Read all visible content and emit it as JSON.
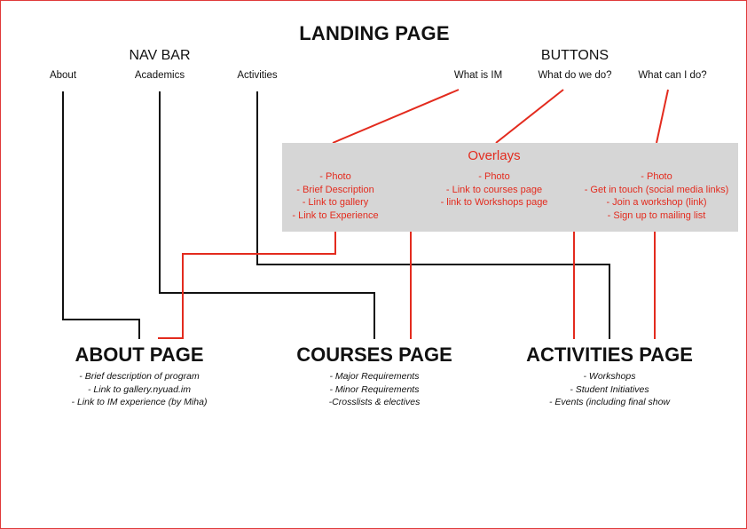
{
  "title": "LANDING PAGE",
  "nav_bar": {
    "label": "NAV BAR",
    "items": [
      "About",
      "Academics",
      "Activities"
    ]
  },
  "buttons": {
    "label": "BUTTONS",
    "items": [
      "What is IM",
      "What do we do?",
      "What can I do?"
    ]
  },
  "overlays": {
    "title": "Overlays",
    "columns": [
      [
        "- Photo",
        "- Brief Description",
        "- Link to gallery",
        "- Link to Experience"
      ],
      [
        "- Photo",
        "- Link to courses page",
        "- link to Workshops page"
      ],
      [
        "- Photo",
        "- Get in touch (social media links)",
        "- Join a workshop (link)",
        "- Sign up to mailing list"
      ]
    ]
  },
  "pages": [
    {
      "title": "ABOUT PAGE",
      "items": [
        "- Brief description of program",
        "- Link to gallery.nyuad.im",
        "- Link to IM experience (by Miha)"
      ]
    },
    {
      "title": "COURSES PAGE",
      "items": [
        "- Major Requirements",
        "- Minor Requirements",
        "-Crosslists & electives"
      ]
    },
    {
      "title": "ACTIVITIES PAGE",
      "items": [
        "- Workshops",
        "- Student Initiatives",
        "- Events (including final show"
      ]
    }
  ],
  "colors": {
    "nav_connector": "#111111",
    "button_connector": "#e32b1e",
    "overlay_background": "#d6d6d6",
    "border": "#e03a3a"
  }
}
